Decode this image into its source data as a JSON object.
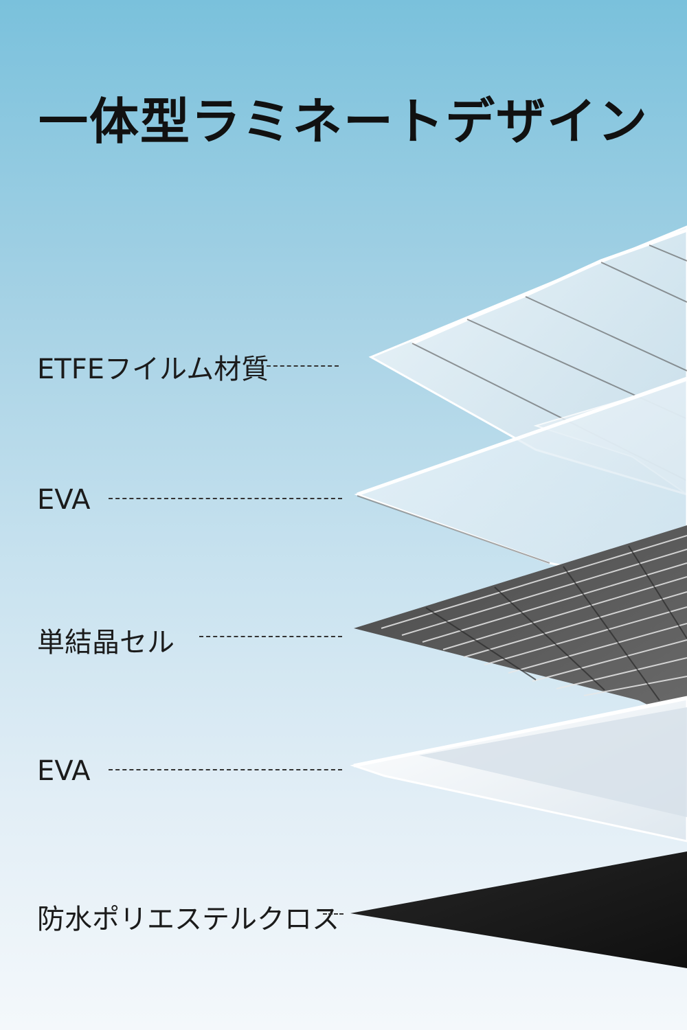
{
  "title": "一体型ラミネートデザイン",
  "layers": [
    {
      "label": "ETFEフイルム材質"
    },
    {
      "label": "EVA"
    },
    {
      "label": "単結晶セル"
    },
    {
      "label": "EVA"
    },
    {
      "label": "防水ポリエステルクロス"
    }
  ],
  "colors": {
    "text": "#1b1b1b",
    "cell_dark": "#3a3a3a",
    "cloth_dark": "#1e1e1e",
    "film": "#e8f2f8"
  }
}
